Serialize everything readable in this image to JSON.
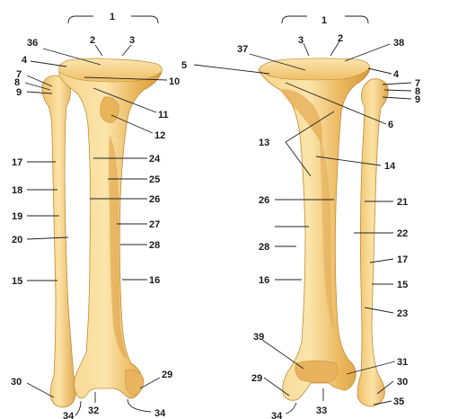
{
  "labels": {
    "l1a": "1",
    "l1b": "1",
    "l2a": "2",
    "l2b": "2",
    "l3a": "3",
    "l3b": "3",
    "l4a": "4",
    "l4b": "4",
    "l5": "5",
    "l6": "6",
    "l7a": "7",
    "l7b": "7",
    "l8a": "8",
    "l8b": "8",
    "l9a": "9",
    "l9b": "9",
    "l10": "10",
    "l11": "11",
    "l12": "12",
    "l13": "13",
    "l14": "14",
    "l15a": "15",
    "l15b": "15",
    "l16a": "16",
    "l16b": "16",
    "l17a": "17",
    "l17b": "17",
    "l18": "18",
    "l19": "19",
    "l20": "20",
    "l21": "21",
    "l22": "22",
    "l23": "23",
    "l24": "24",
    "l25": "25",
    "l26a": "26",
    "l26b": "26",
    "l27": "27",
    "l28a": "28",
    "l28b": "28",
    "l29a": "29",
    "l29b": "29",
    "l30a": "30",
    "l30b": "30",
    "l31": "31",
    "l32": "32",
    "l33": "33",
    "l34a": "34",
    "l34b": "34",
    "l34c": "34",
    "l35": "35",
    "l36": "36",
    "l37": "37",
    "l38": "38",
    "l39": "39"
  },
  "colors": {
    "bone_light": "#f7dc9a",
    "bone_mid": "#edbb5a",
    "bone_dark": "#c98a2e",
    "outline": "#b07a2a"
  },
  "views": {
    "left": "anterior",
    "right": "posterior"
  }
}
